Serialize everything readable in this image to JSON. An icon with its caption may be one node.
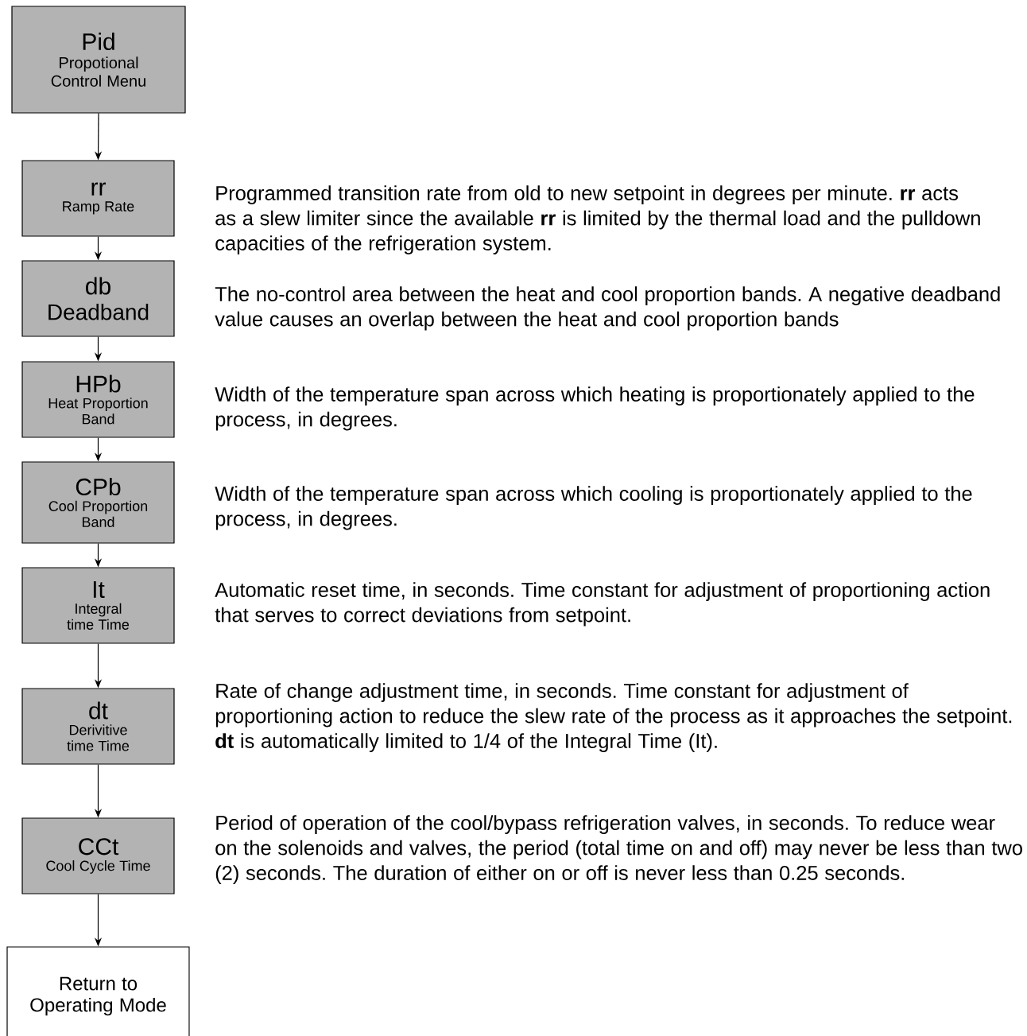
{
  "diagram": {
    "nodes": [
      {
        "text": [
          "Pid",
          "Propotional Control Menu"
        ]
      },
      {
        "text": [
          "rr",
          "Ramp Rate"
        ],
        "beside": [
          "Programmed transition rate from old to new setpoint in degrees per minute. **rr** acts as a slew limiter since the available **rr** is limited by the thermal load and the pulldown capacities of the refrigeration system."
        ]
      },
      {
        "text": [
          "db",
          "Deadband"
        ],
        "beside": [
          "The no-control area between the heat and cool proportion bands. A negative deadband value causes an overlap between the heat and cool proportion bands"
        ]
      },
      {
        "text": [
          "HPb",
          "Heat Proportion Band"
        ],
        "beside": [
          "Width of the temperature span across which heating is proportionately applied to the process, in degrees."
        ]
      },
      {
        "text": [
          "CPb",
          "Cool Proportion Band"
        ],
        "beside": [
          "Width of the temperature span across which cooling is proportionately applied to the process, in degrees."
        ]
      },
      {
        "text": [
          "It",
          "Integral time Time"
        ],
        "beside": [
          "Automatic reset time, in seconds. Time constant for adjustment of proportioning action that serves to correct deviations from setpoint."
        ]
      },
      {
        "text": [
          "dt",
          "Derivitive time Time"
        ],
        "beside": [
          "Rate of change adjustment time, in seconds. Time constant for adjustment of proportioning action to reduce the slew rate of the process as it approaches the setpoint. **dt** is automatically limited to 1/4 of the Integral Time (It)."
        ]
      },
      {
        "text": [
          "CCt",
          "Cool Cycle Time"
        ],
        "beside": [
          "Period of operation of the cool/bypass refrigeration valves, in seconds. To reduce wear on the solenoids and valves, the period (total time on and off) may never be less than two (2) seconds. The duration of either on or off is never less than 0.25 seconds."
        ]
      },
      {
        "text": [
          "Return to Operating Mode"
        ]
      }
    ],
    "edges": [
      {
        "from": 0,
        "to": 1,
        "arrow": "to"
      },
      {
        "from": 1,
        "to": 2,
        "arrow": "to"
      },
      {
        "from": 2,
        "to": 3,
        "arrow": "to"
      },
      {
        "from": 3,
        "to": 4,
        "arrow": "to"
      },
      {
        "from": 4,
        "to": 5,
        "arrow": "to"
      },
      {
        "from": 5,
        "to": 6,
        "arrow": "to"
      },
      {
        "from": 6,
        "to": 7,
        "arrow": "to"
      },
      {
        "from": 7,
        "to": 8,
        "arrow": "to"
      }
    ]
  }
}
